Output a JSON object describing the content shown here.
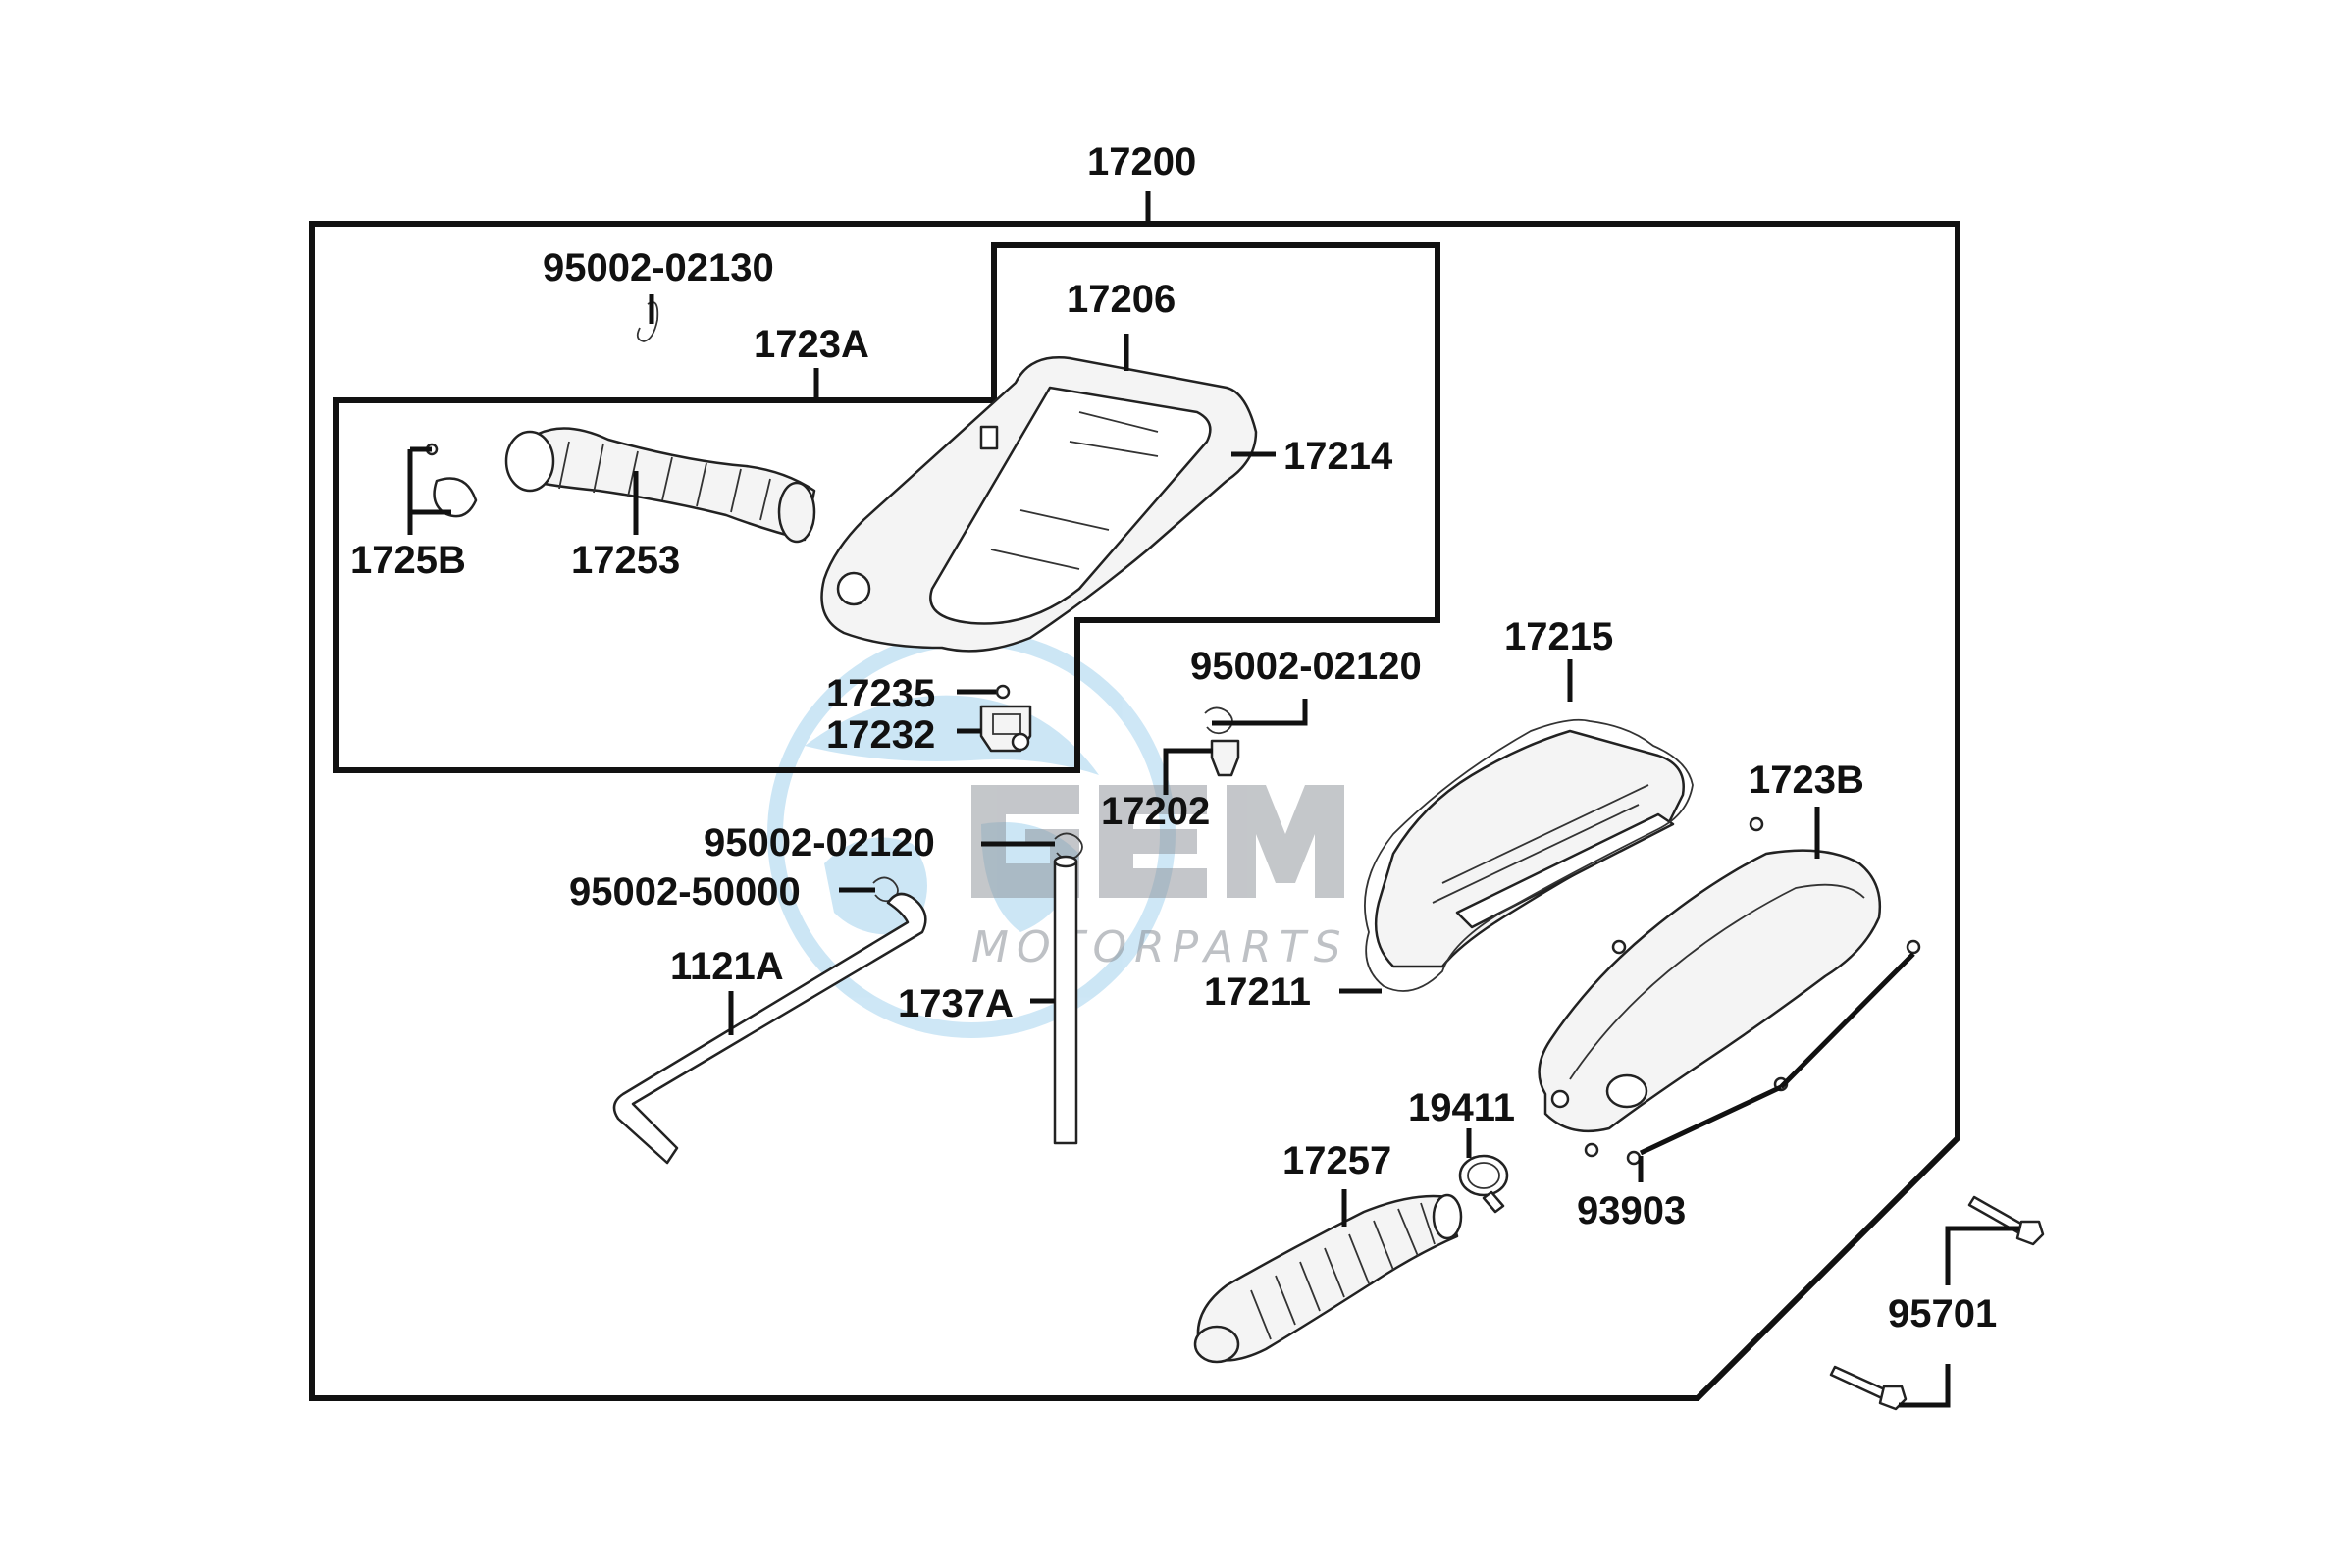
{
  "diagram": {
    "labels": {
      "p17200": "17200",
      "p95002_02130": "95002-02130",
      "p1723A": "1723A",
      "p17206": "17206",
      "p17214": "17214",
      "p1725B": "1725B",
      "p17253": "17253",
      "p17235": "17235",
      "p17232": "17232",
      "p95002_02120_a": "95002-02120",
      "p17215": "17215",
      "p17202": "17202",
      "p1723B": "1723B",
      "p95002_02120_b": "95002-02120",
      "p95002_50000": "95002-50000",
      "p1121A": "1121A",
      "p1737A": "1737A",
      "p17211": "17211",
      "p19411": "19411",
      "p17257": "17257",
      "p93903": "93903",
      "p95701": "95701"
    }
  },
  "watermark": {
    "brand": "GEM",
    "tagline": "MOTORPARTS",
    "colors": {
      "ring": "#1e90d6",
      "letters": "#8a8f96"
    }
  }
}
